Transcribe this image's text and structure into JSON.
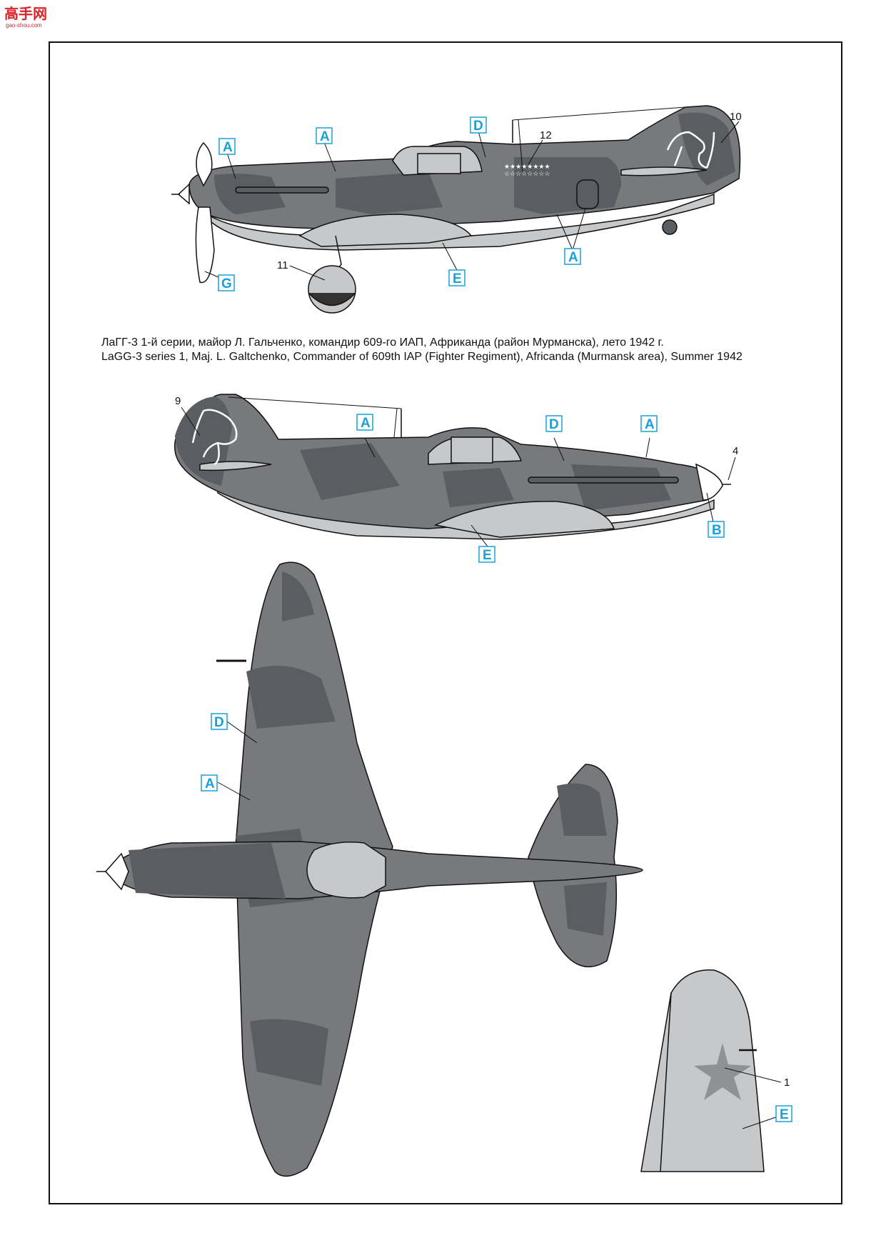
{
  "watermark": {
    "name": "高手网",
    "sub": "gao-shou.com",
    "color": "#d8242a"
  },
  "colors": {
    "dark_grey": "#5a5d61",
    "medium_grey": "#77797c",
    "light_grey": "#c6c8ca",
    "callout_blue": "#1aa0d8",
    "line": "#111111"
  },
  "caption": {
    "ru": "ЛаГГ-3 1-й серии, майор Л. Гальченко, командир 609-го ИАП, Африканда (район Мурманска), лето 1942 г.",
    "en": "LaGG-3 series 1, Maj. L. Galtchenko, Commander of 609th IAP (Fighter Regiment), Africanda (Murmansk area), Summer 1942"
  },
  "callouts": {
    "left_view": [
      {
        "letter": "A"
      },
      {
        "letter": "A"
      },
      {
        "letter": "D"
      },
      {
        "letter": "A"
      },
      {
        "letter": "E"
      },
      {
        "letter": "G"
      }
    ],
    "left_view_numbers": [
      {
        "n": "10"
      },
      {
        "n": "12"
      },
      {
        "n": "11"
      }
    ],
    "right_view": [
      {
        "letter": "A"
      },
      {
        "letter": "D"
      },
      {
        "letter": "A"
      },
      {
        "letter": "B"
      },
      {
        "letter": "E"
      }
    ],
    "right_view_numbers": [
      {
        "n": "9"
      },
      {
        "n": "4"
      }
    ],
    "top_view": [
      {
        "letter": "D"
      },
      {
        "letter": "A"
      }
    ],
    "wing_view": [
      {
        "letter": "E"
      }
    ],
    "wing_view_numbers": [
      {
        "n": "1"
      }
    ]
  }
}
